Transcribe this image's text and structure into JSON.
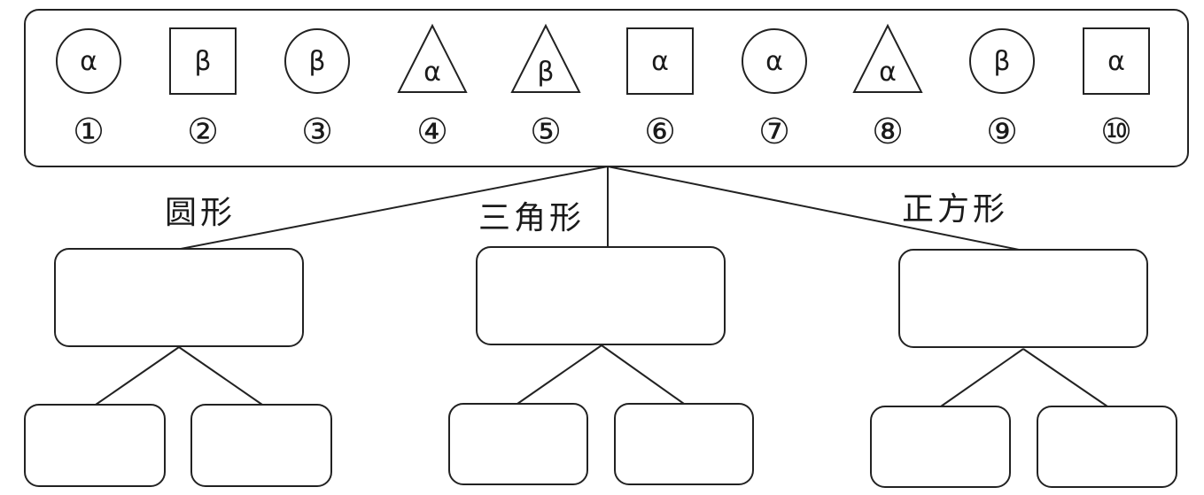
{
  "items": [
    {
      "shape": "circle",
      "symbol": "α",
      "number": "①"
    },
    {
      "shape": "square",
      "symbol": "β",
      "number": "②"
    },
    {
      "shape": "circle",
      "symbol": "β",
      "number": "③"
    },
    {
      "shape": "triangle",
      "symbol": "α",
      "number": "④"
    },
    {
      "shape": "triangle",
      "symbol": "β",
      "number": "⑤"
    },
    {
      "shape": "square",
      "symbol": "α",
      "number": "⑥"
    },
    {
      "shape": "circle",
      "symbol": "α",
      "number": "⑦"
    },
    {
      "shape": "triangle",
      "symbol": "α",
      "number": "⑧"
    },
    {
      "shape": "circle",
      "symbol": "β",
      "number": "⑨"
    },
    {
      "shape": "square",
      "symbol": "α",
      "number": "⑩"
    }
  ],
  "categories": [
    {
      "label": "圆形"
    },
    {
      "label": "三角形"
    },
    {
      "label": "正方形"
    }
  ]
}
